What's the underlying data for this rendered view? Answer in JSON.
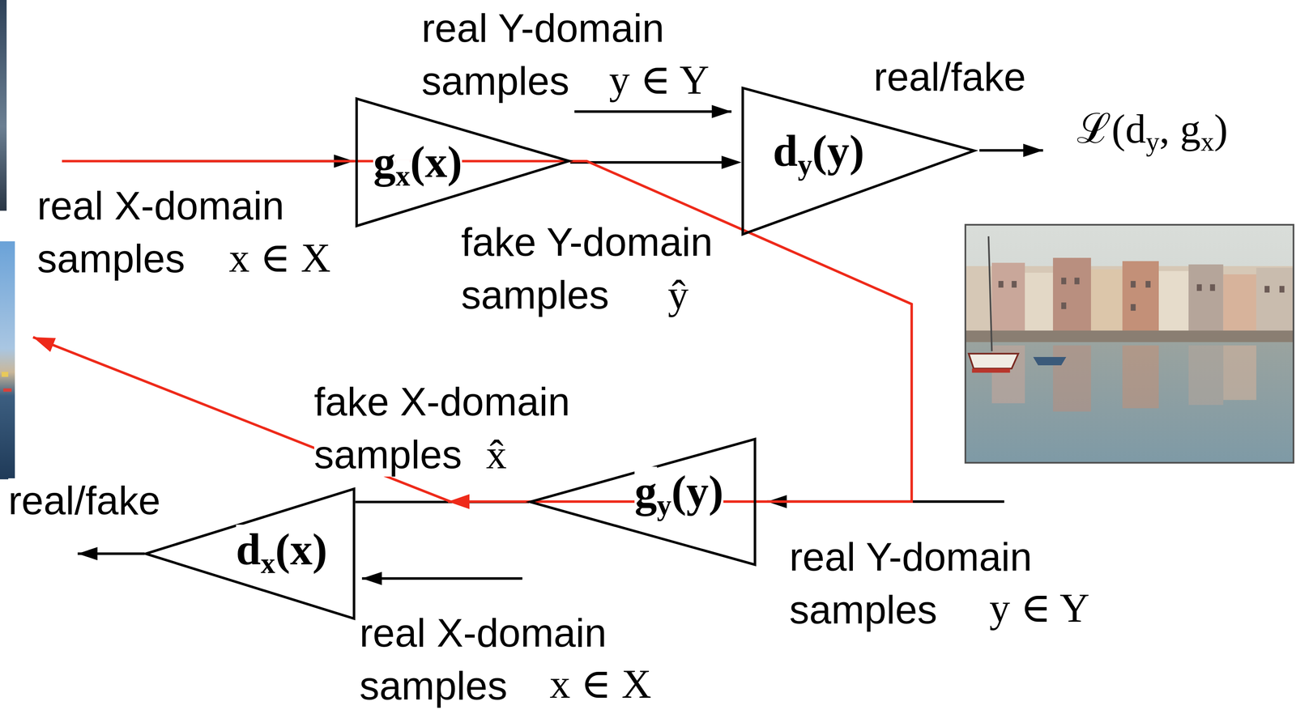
{
  "diagram": {
    "nodes": [
      {
        "text": [
          "g",
          "x",
          "(x)"
        ]
      },
      {
        "text": [
          "d",
          "y",
          "(y)"
        ]
      },
      {
        "text": [
          "g",
          "y",
          "(y)"
        ]
      },
      {
        "text": [
          "d",
          "x",
          "(x)"
        ]
      }
    ],
    "edges": [
      {
        "from": 0,
        "to": 1,
        "arrow": "to"
      },
      {
        "from": 2,
        "to": 3,
        "arrow": "none"
      }
    ],
    "labels": [
      "real Y-domain samples",
      "y ∈ Y",
      "real/fake",
      "ℒ(d",
      "y",
      ", g",
      "x",
      ")",
      "real X-domain samples",
      "x ∈ X",
      "fake Y-domain samples",
      "ŷ",
      "fake X-domain samples",
      "x̂",
      "real/fake",
      "real Y-domain samples",
      "y ∈ Y",
      "real X-domain samples",
      "x ∈ X"
    ]
  }
}
